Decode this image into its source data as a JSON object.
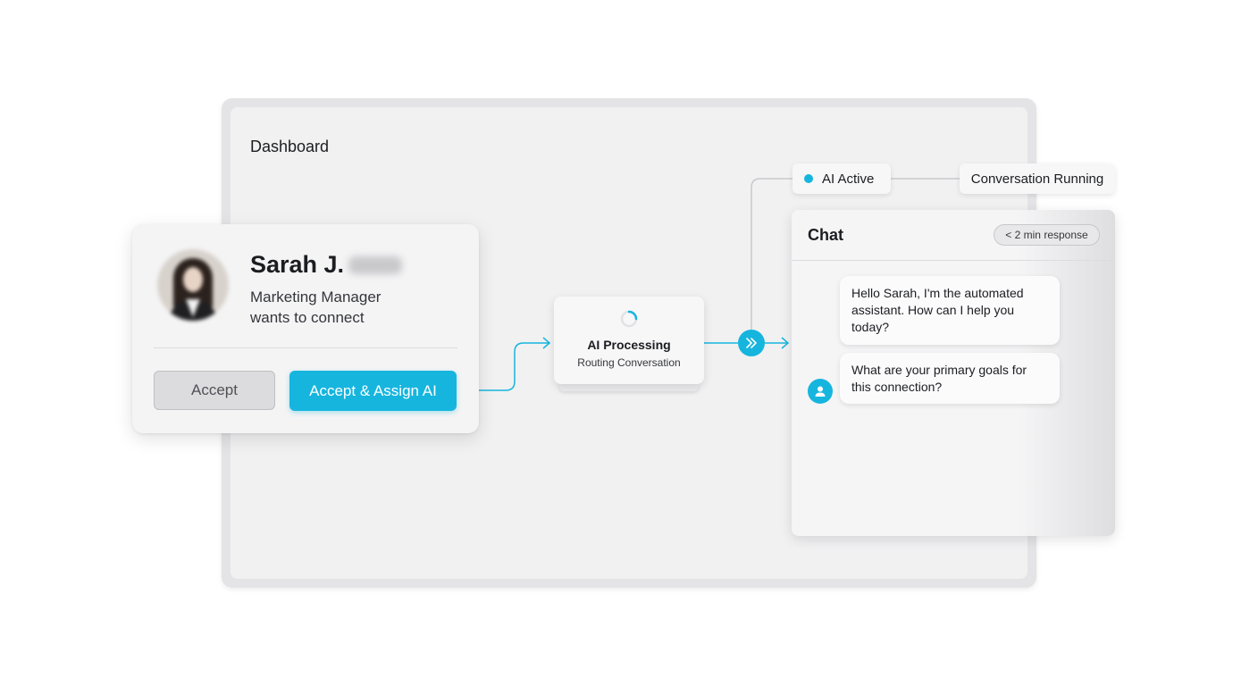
{
  "dashboard": {
    "title": "Dashboard"
  },
  "profile": {
    "name": "Sarah J.",
    "role_line1": "Marketing Manager",
    "role_line2": "wants to connect",
    "accept_label": "Accept",
    "assign_label": "Accept & Assign AI"
  },
  "processing": {
    "title": "AI Processing",
    "subtitle": "Routing Conversation"
  },
  "status": {
    "ai_active": "AI Active",
    "conversation": "Conversation Running"
  },
  "chat": {
    "title": "Chat",
    "badge": "< 2 min response",
    "messages": [
      {
        "text": "Hello Sarah, I'm the automated assistant. How can I help you today?"
      },
      {
        "text": "What are your primary goals for this connection?"
      }
    ]
  },
  "colors": {
    "accent": "#16b5de",
    "card_bg": "#f4f4f5",
    "dashboard_bg": "#f1f1f2"
  },
  "icons": {
    "spinner": "loading-spinner-icon",
    "forward": "double-chevron-right-icon",
    "user": "user-icon"
  }
}
